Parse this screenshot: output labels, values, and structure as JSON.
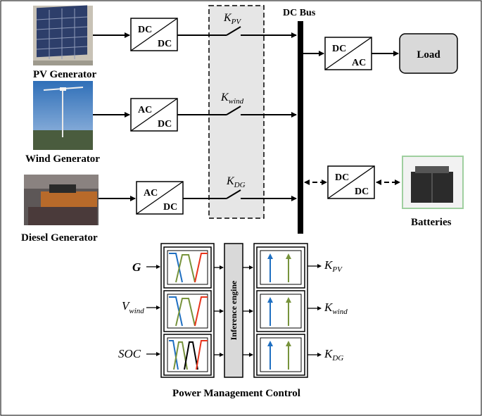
{
  "sources": {
    "pv": {
      "label": "PV Generator",
      "converter_top": "DC",
      "converter_bottom": "DC",
      "switch": "K",
      "switch_sub": "PV"
    },
    "wind": {
      "label": "Wind Generator",
      "converter_top": "AC",
      "converter_bottom": "DC",
      "switch": "K",
      "switch_sub": "wind"
    },
    "diesel": {
      "label": "Diesel Generator",
      "converter_top": "AC",
      "converter_bottom": "DC",
      "switch": "K",
      "switch_sub": "DG"
    }
  },
  "bus": {
    "label": "DC Bus"
  },
  "load": {
    "label": "Load",
    "converter_top": "DC",
    "converter_bottom": "AC"
  },
  "batteries": {
    "label": "Batteries",
    "converter_top": "DC",
    "converter_bottom": "DC"
  },
  "control": {
    "title": "Power Management Control",
    "engine": "Inference engine",
    "inputs": [
      {
        "main": "G",
        "sub": ""
      },
      {
        "main": "V",
        "sub": "wind"
      },
      {
        "main": "SOC",
        "sub": ""
      }
    ],
    "outputs": [
      {
        "main": "K",
        "sub": "PV"
      },
      {
        "main": "K",
        "sub": "wind"
      },
      {
        "main": "K",
        "sub": "DG"
      }
    ]
  },
  "colors": {
    "blue": "#1f6fc1",
    "green": "#77933c",
    "red": "#e8341c",
    "black": "#000000",
    "panel_gray": "#e6e6e6",
    "box_gray": "#d9d9d9"
  }
}
